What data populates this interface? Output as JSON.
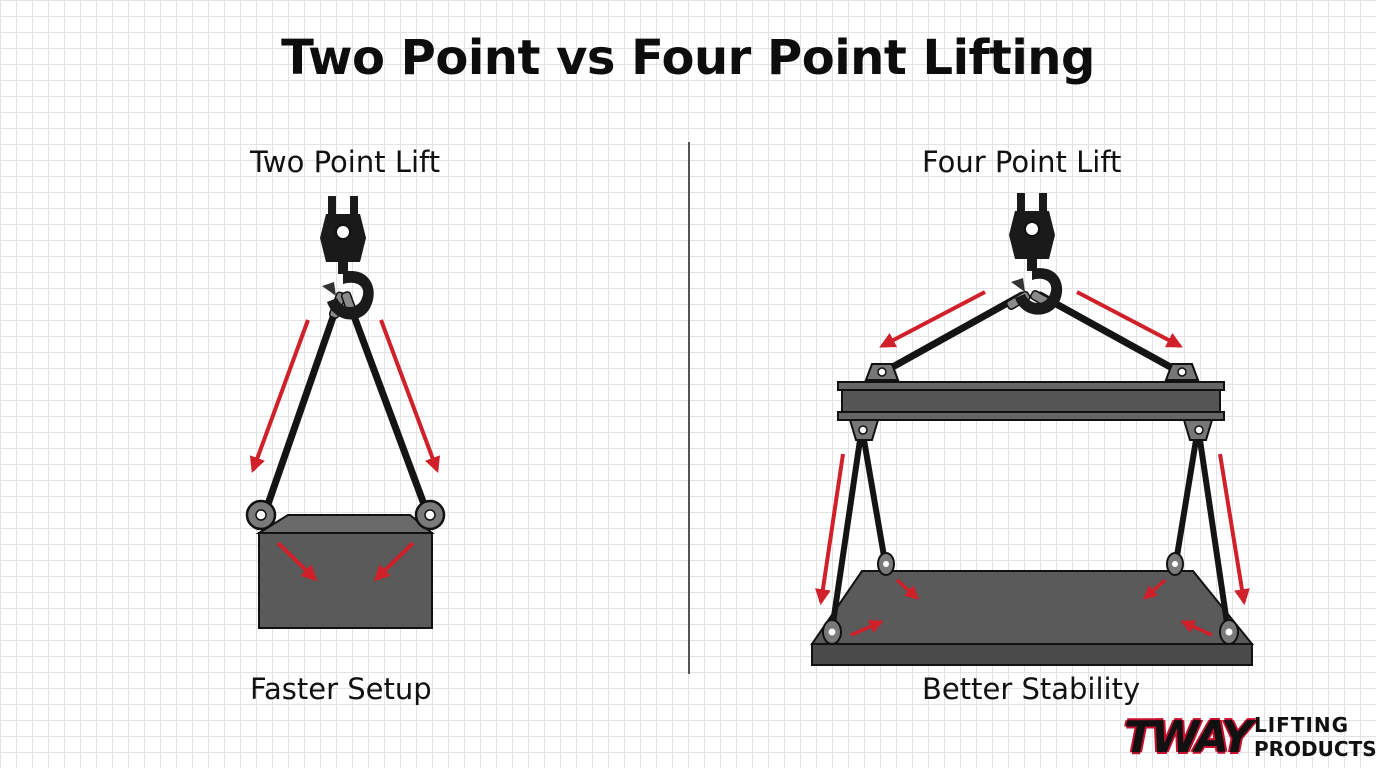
{
  "title": "Two Point vs Four Point Lifting",
  "left_panel": {
    "heading": "Two Point Lift",
    "caption": "Faster Setup"
  },
  "right_panel": {
    "heading": "Four Point Lift",
    "caption": "Better Stability"
  },
  "logo": {
    "mark": "TWAY",
    "line1": "LIFTING",
    "line2": "PRODUCTS"
  },
  "colors": {
    "arrow": "#d0202a",
    "load": "#5a5a5a",
    "sling": "#141414",
    "beam": "#555555",
    "brand_red": "#c8102e"
  },
  "icons": [
    "crane-hook-icon",
    "force-arrow-icon",
    "shackle-icon",
    "spreader-beam-icon"
  ]
}
